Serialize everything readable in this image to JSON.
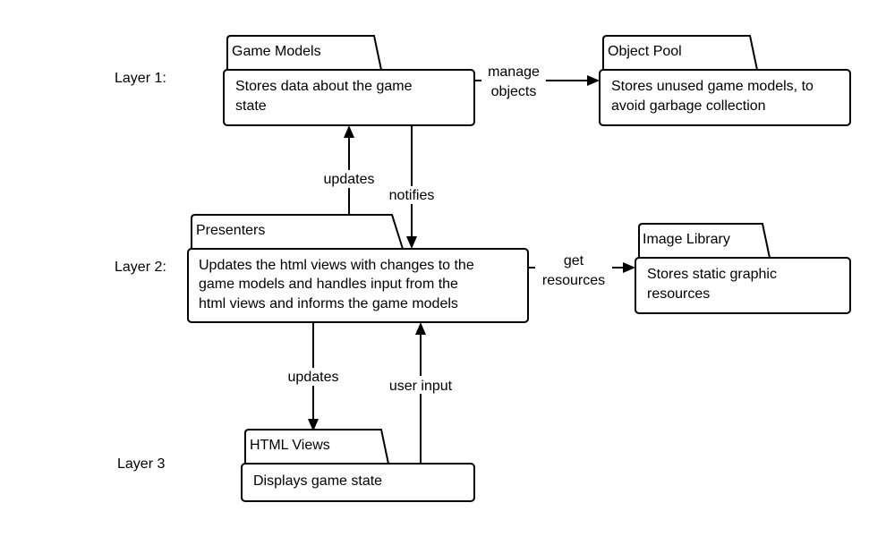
{
  "layers": [
    {
      "label": "Layer 1:"
    },
    {
      "label": "Layer 2:"
    },
    {
      "label": "Layer 3"
    }
  ],
  "packages": {
    "game_models": {
      "title": "Game Models",
      "lines": [
        "Stores data about the game",
        "state"
      ]
    },
    "object_pool": {
      "title": "Object Pool",
      "lines": [
        "Stores unused game models, to",
        "avoid garbage collection"
      ]
    },
    "presenters": {
      "title": "Presenters",
      "lines": [
        "Updates the html views with changes to the",
        "game models and handles input from the",
        "html views and informs the game models"
      ]
    },
    "image_library": {
      "title": "Image Library",
      "lines": [
        "Stores static graphic",
        "resources"
      ]
    },
    "html_views": {
      "title": "HTML Views",
      "lines": [
        "Displays game state"
      ]
    }
  },
  "edges": {
    "manage_objects": {
      "lines": [
        "manage",
        "objects"
      ]
    },
    "updates_models": {
      "lines": [
        "updates"
      ]
    },
    "notifies": {
      "lines": [
        "notifies"
      ]
    },
    "get_resources": {
      "lines": [
        "get",
        "resources"
      ]
    },
    "updates_views": {
      "lines": [
        "updates"
      ]
    },
    "user_input": {
      "lines": [
        "user input"
      ]
    }
  }
}
